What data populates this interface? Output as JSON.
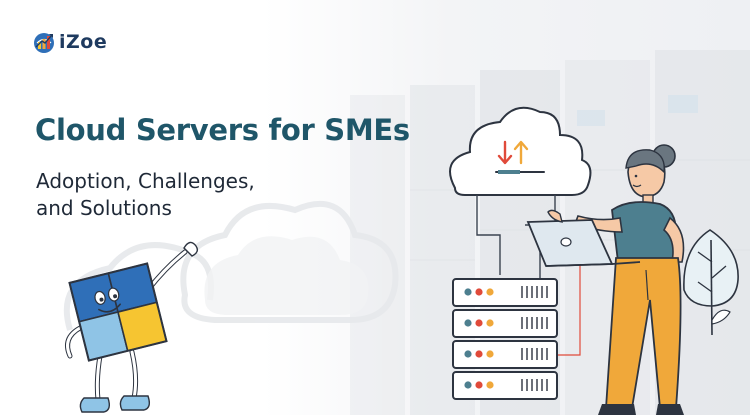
{
  "brand": {
    "logo_text": "iZoe",
    "logo_icon": "bar-chart-globe-logo"
  },
  "hero": {
    "title": "Cloud Servers for SMEs",
    "subtitle_line1": "Adoption, Challenges,",
    "subtitle_line2": "and Solutions"
  },
  "colors": {
    "title": "#1f5669",
    "accent_teal": "#4d7f8f",
    "accent_orange": "#f0a83a",
    "accent_red": "#e04a3a",
    "accent_blue": "#2f6fb8",
    "accent_yellow": "#f6c531"
  },
  "illustration": {
    "cloud_icon": "cloud-upload-download-icon",
    "server_icon": "server-rack-icon",
    "person": "woman-with-laptop-illustration",
    "mascot": "tile-mascot-waving",
    "tree": "decorative-tree-icon"
  }
}
